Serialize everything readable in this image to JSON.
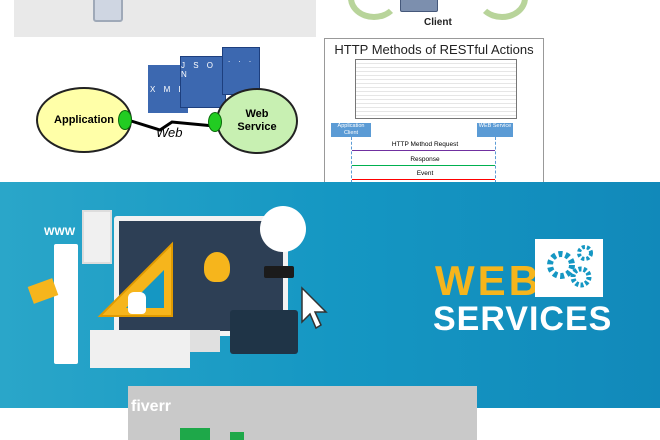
{
  "diagram": {
    "application_label": "Application",
    "web_service_label": "Web\nService",
    "web_link_label": "Web",
    "doc_xml": "X M L",
    "doc_json": "J S O N",
    "doc_dots": ". . ."
  },
  "client_label": "Client",
  "http_figure": {
    "title": "HTTP Methods of RESTful Actions",
    "app_client": "Application Client",
    "web_service": "WEB Service",
    "request": "HTTP Method Request",
    "response": "Response",
    "event": "Event"
  },
  "banner": {
    "www": "WWW",
    "title_line1": "WEB",
    "title_line2": "SERVICES",
    "accent": "#f6b51c",
    "background": "#1597c3"
  },
  "fiverr": {
    "logo_text": "fiverr"
  }
}
